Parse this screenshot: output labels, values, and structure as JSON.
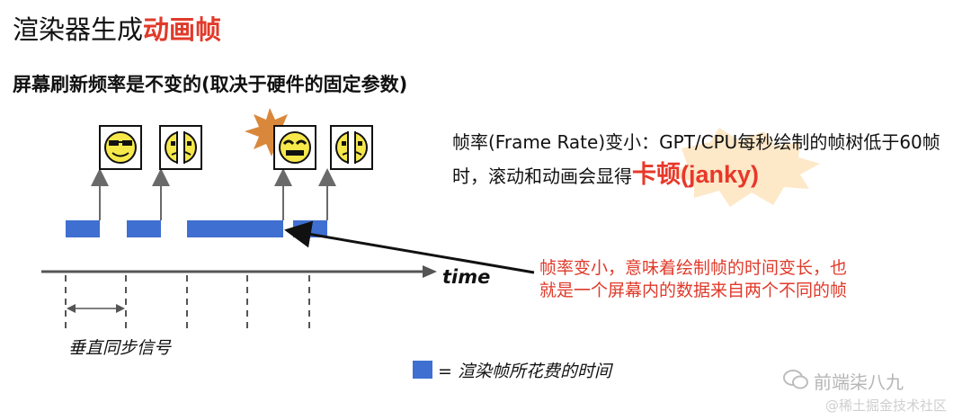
{
  "title": {
    "main": "渲染器生成",
    "highlight": "动画帧"
  },
  "subtitle": "屏幕刷新频率是不变的(取决于硬件的固定参数)",
  "note_black": {
    "text": "帧率(Frame Rate)变小：GPT/CPU每秒绘制的帧树低于60帧时，滚动和动画会显得",
    "emphasis": "卡顿(janky)"
  },
  "note_red": "帧率变小，意味着绘制帧的时间变长，也就是一个屏幕内的数据来自两个不同的帧",
  "axis": {
    "label": "time"
  },
  "vsync_label": "垂直同步信号",
  "legend": {
    "text": "= 渲染帧所花费的时间"
  },
  "watermark": {
    "main": "前端柒八九",
    "sub": "@稀土掘金技术社区"
  },
  "colors": {
    "frame_bar": "#3f6fd0",
    "highlight": "#e03a2a",
    "burst": "#d9883b",
    "face": "#f6e84a"
  },
  "icons": [
    "cool-face-icon",
    "screen-tearing-icon",
    "sleepy-face-icon",
    "screen-tearing-icon"
  ]
}
